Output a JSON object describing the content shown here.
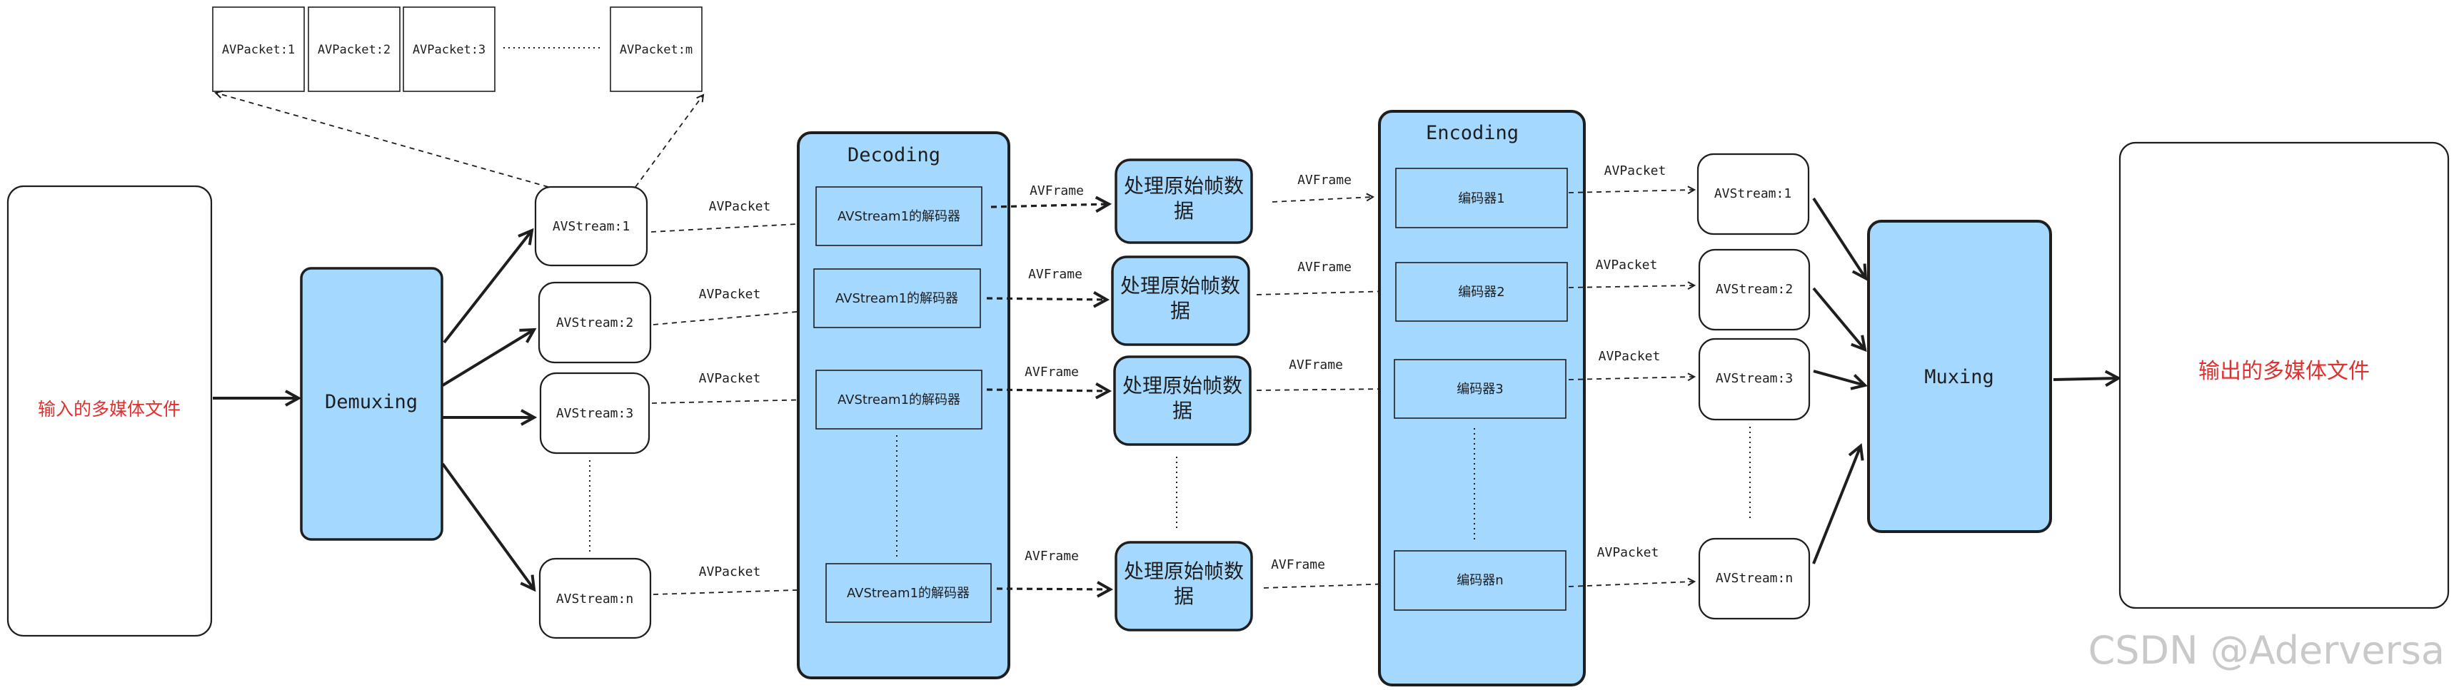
{
  "input_file": {
    "label": "输入的多媒体文件",
    "color": "#e03131"
  },
  "output_file": {
    "label": "输出的多媒体文件",
    "color": "#e03131"
  },
  "demuxing": {
    "label": "Demuxing"
  },
  "decoding": {
    "label": "Decoding"
  },
  "encoding": {
    "label": "Encoding"
  },
  "muxing": {
    "label": "Muxing"
  },
  "packets": [
    "AVPacket:1",
    "AVPacket:2",
    "AVPacket:3",
    "AVPacket:m"
  ],
  "streams_in": [
    "AVStream:1",
    "AVStream:2",
    "AVStream:3",
    "AVStream:n"
  ],
  "decoders": [
    "AVStream1的解码器",
    "AVStream1的解码器",
    "AVStream1的解码器",
    "AVStream1的解码器"
  ],
  "process": [
    "处理原始帧数据",
    "处理原始帧数据",
    "处理原始帧数据",
    "处理原始帧数据"
  ],
  "encoders": [
    "编码器1",
    "编码器2",
    "编码器3",
    "编码器n"
  ],
  "streams_out": [
    "AVStream:1",
    "AVStream:2",
    "AVStream:3",
    "AVStream:n"
  ],
  "edge_labels": {
    "avpacket": "AVPacket",
    "avframe": "AVFrame"
  },
  "watermark": "CSDN @Aderversa",
  "colors": {
    "accent_fill": "#a5d8ff",
    "stroke": "#1e1e1e"
  }
}
